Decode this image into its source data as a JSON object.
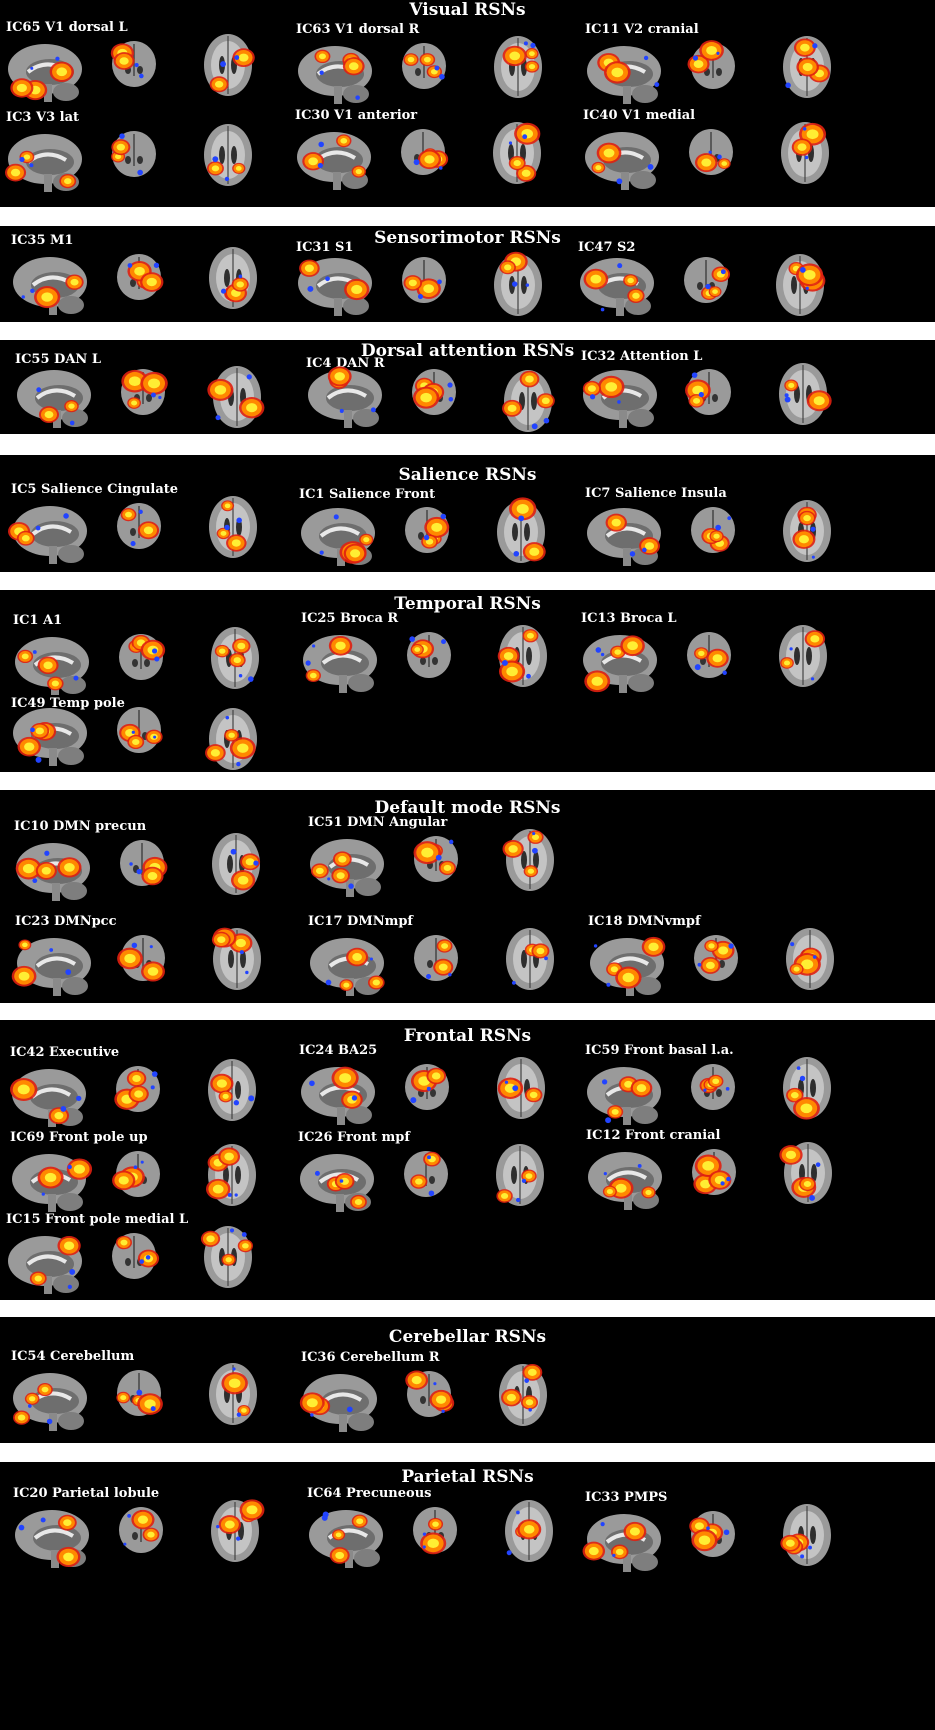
{
  "panels": [
    {
      "key": "visual",
      "title": "Visual RSNs",
      "components": [
        {
          "label": "IC65 V1 dorsal L"
        },
        {
          "label": "IC63 V1 dorsal R"
        },
        {
          "label": "IC11 V2 cranial"
        },
        {
          "label": "IC3 V3 lat"
        },
        {
          "label": "IC30 V1 anterior"
        },
        {
          "label": "IC40 V1 medial"
        }
      ]
    },
    {
      "key": "sensorimotor",
      "title": "Sensorimotor RSNs",
      "components": [
        {
          "label": "IC35 M1"
        },
        {
          "label": "IC31 S1"
        },
        {
          "label": "IC47 S2"
        }
      ]
    },
    {
      "key": "dorsal-attention",
      "title": "Dorsal attention RSNs",
      "components": [
        {
          "label": "IC55 DAN L"
        },
        {
          "label": "IC4 DAN R"
        },
        {
          "label": "IC32 Attention L"
        }
      ]
    },
    {
      "key": "salience",
      "title": "Salience RSNs",
      "components": [
        {
          "label": "IC5 Salience Cingulate"
        },
        {
          "label": "IC1 Salience Front"
        },
        {
          "label": "IC7 Salience Insula"
        }
      ]
    },
    {
      "key": "temporal",
      "title": "Temporal RSNs",
      "components": [
        {
          "label": "IC1  A1"
        },
        {
          "label": "IC25 Broca R"
        },
        {
          "label": "IC13 Broca L"
        },
        {
          "label": "IC49 Temp pole"
        }
      ]
    },
    {
      "key": "default-mode",
      "title": "Default mode RSNs",
      "components": [
        {
          "label": "IC10 DMN precun"
        },
        {
          "label": "IC51 DMN Angular"
        },
        {
          "label": "IC23 DMNpcc"
        },
        {
          "label": "IC17 DMNmpf"
        },
        {
          "label": "IC18 DMNvmpf"
        }
      ]
    },
    {
      "key": "frontal",
      "title": "Frontal RSNs",
      "components": [
        {
          "label": "IC42 Executive"
        },
        {
          "label": "IC24 BA25"
        },
        {
          "label": "IC59 Front basal l.a."
        },
        {
          "label": "IC69 Front pole up"
        },
        {
          "label": "IC26 Front mpf"
        },
        {
          "label": "IC12 Front cranial"
        },
        {
          "label": "IC15 Front pole medial L"
        }
      ]
    },
    {
      "key": "cerebellar",
      "title": "Cerebellar RSNs",
      "components": [
        {
          "label": "IC54 Cerebellum"
        },
        {
          "label": "IC36 Cerebellum R"
        }
      ]
    },
    {
      "key": "parietal",
      "title": "Parietal RSNs",
      "components": [
        {
          "label": "IC20 Parietal lobule"
        },
        {
          "label": "IC64 Precuneous"
        },
        {
          "label": "IC33 PMPS"
        }
      ]
    }
  ],
  "colors": {
    "background": "#000000",
    "divider": "#ffffff",
    "text": "#ffffff",
    "activation_hot": "#ffee33",
    "activation_mid": "#ff8800",
    "activation_edge": "#e02010",
    "deactivation": "#2244ff",
    "brain_gray": "#9a9a9a"
  }
}
